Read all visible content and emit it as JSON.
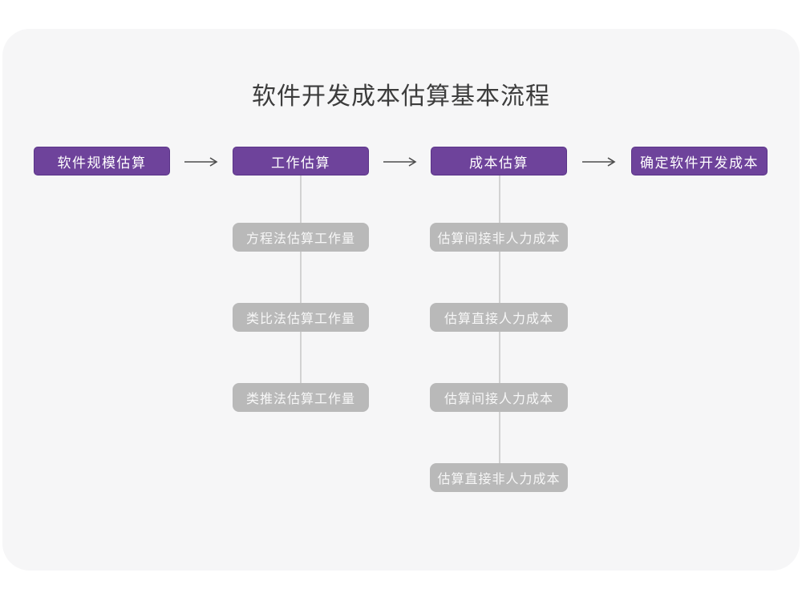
{
  "title": "软件开发成本估算基本流程",
  "colors": {
    "card_background": "#f6f6f7",
    "stage_fill": "#6e439b",
    "stage_border": "#5a3488",
    "stage_text": "#ffffff",
    "substep_fill": "#b9b9b9",
    "substep_text": "#f7f7f7",
    "connector": "#d2d2d2",
    "arrow": "#4d4d4d",
    "title_text": "#3c3c3c"
  },
  "flow": {
    "stages": [
      {
        "label": "软件规模估算",
        "substeps": []
      },
      {
        "label": "工作估算",
        "substeps": [
          "方程法估算工作量",
          "类比法估算工作量",
          "类推法估算工作量"
        ]
      },
      {
        "label": "成本估算",
        "substeps": [
          "估算间接非人力成本",
          "估算直接人力成本",
          "估算间接人力成本",
          "估算直接非人力成本"
        ]
      },
      {
        "label": "确定软件开发成本",
        "substeps": []
      }
    ]
  }
}
